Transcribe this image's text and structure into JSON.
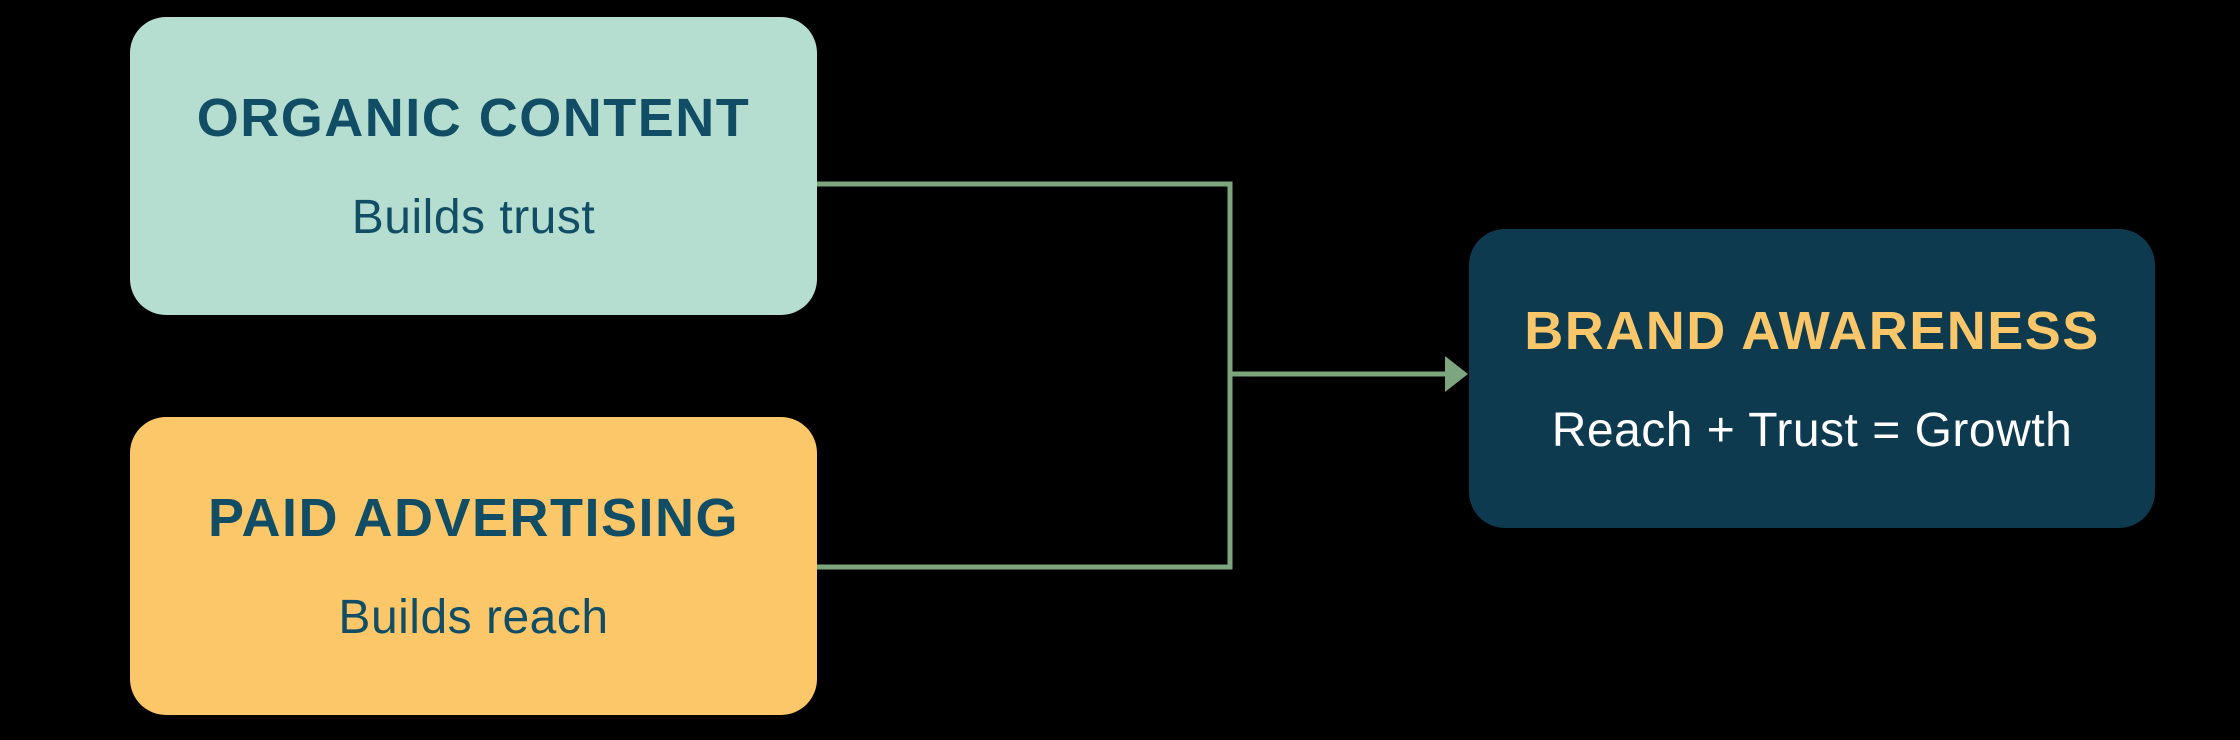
{
  "background_color": "#000000",
  "connector": {
    "color": "#7da67e",
    "style": "elbow-merge-arrow"
  },
  "nodes": [
    {
      "id": "organic-content",
      "title": "ORGANIC CONTENT",
      "subtitle": "Builds trust",
      "bg_color": "#b5ded1",
      "title_color": "#114e66",
      "subtitle_color": "#114e66"
    },
    {
      "id": "paid-advertising",
      "title": "PAID ADVERTISING",
      "subtitle": "Builds reach",
      "bg_color": "#fbc768",
      "title_color": "#114e66",
      "subtitle_color": "#114e66"
    },
    {
      "id": "brand-awareness",
      "title": "BRAND AWARENESS",
      "subtitle": "Reach + Trust = Growth",
      "bg_color": "#0e3a50",
      "title_color": "#f9c76a",
      "subtitle_color": "#ffffff"
    }
  ]
}
